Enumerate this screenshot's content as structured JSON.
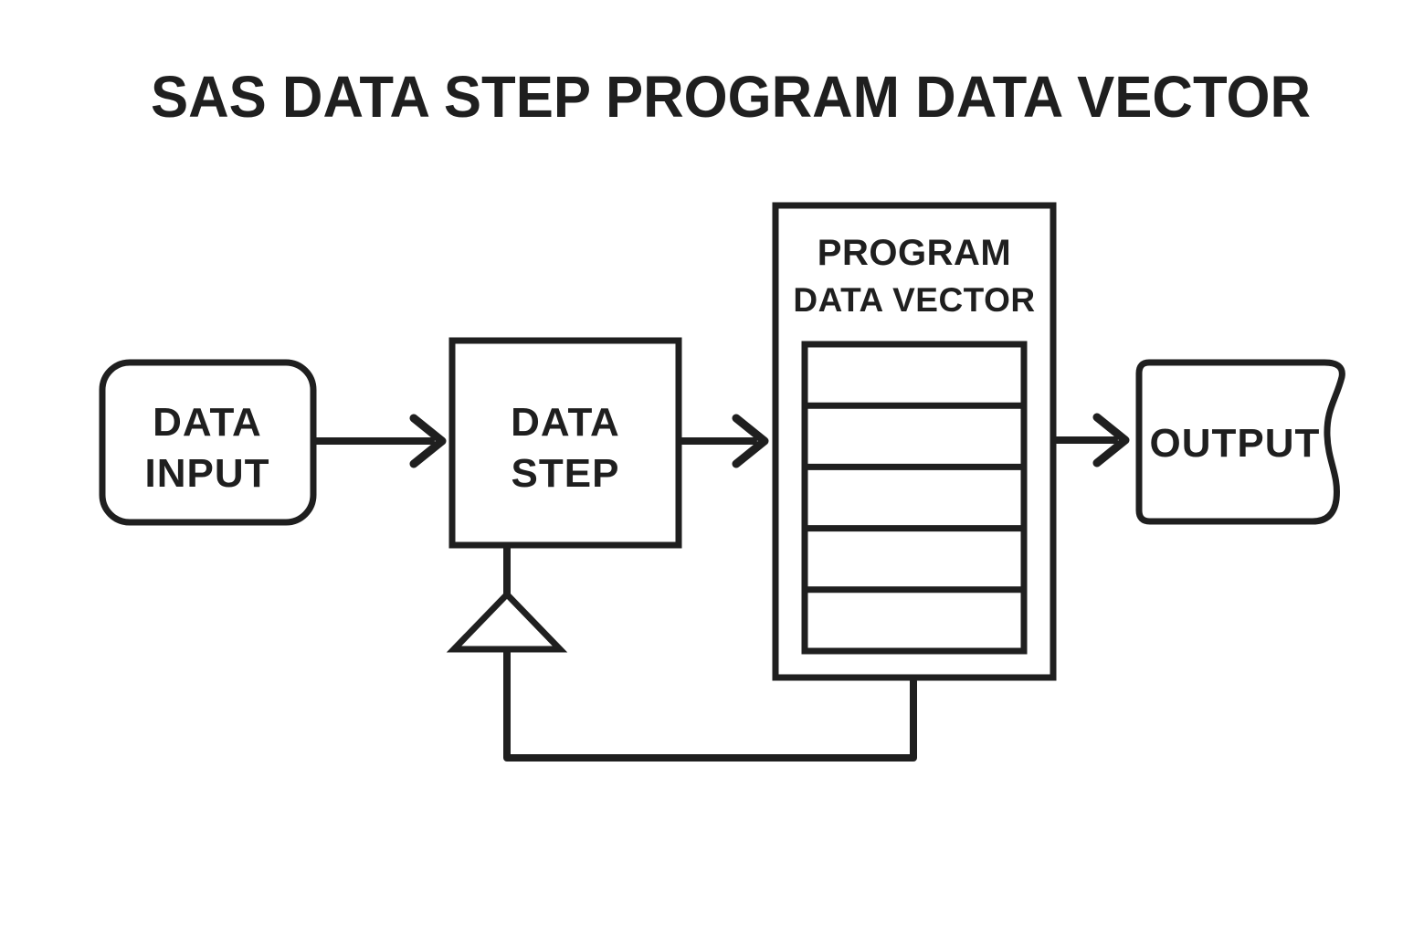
{
  "title": "SAS DATA STEP PROGRAM DATA VECTOR",
  "colors": {
    "ink": "#1f1f1f",
    "background": "#ffffff"
  },
  "nodes": {
    "data_input": {
      "label": "DATA INPUT",
      "line1": "DATA",
      "line2": "INPUT",
      "shape": "rounded-rectangle"
    },
    "data_step": {
      "label": "DATA STEP",
      "line1": "DATA",
      "line2": "STEP",
      "shape": "rectangle"
    },
    "program_data_vector": {
      "label": "PROGRAM DATA VECTOR",
      "line1": "PROGRAM",
      "line2": "DATA VECTOR",
      "shape": "rectangle",
      "rows": 5
    },
    "output": {
      "label": "OUTPUT",
      "shape": "document"
    }
  },
  "edges": [
    {
      "from": "data_input",
      "to": "data_step",
      "type": "arrow"
    },
    {
      "from": "data_step",
      "to": "program_data_vector",
      "type": "arrow"
    },
    {
      "from": "program_data_vector",
      "to": "output",
      "type": "arrow"
    },
    {
      "from": "program_data_vector",
      "to": "data_step",
      "type": "feedback-loop",
      "arrowhead": "hollow-triangle"
    }
  ]
}
